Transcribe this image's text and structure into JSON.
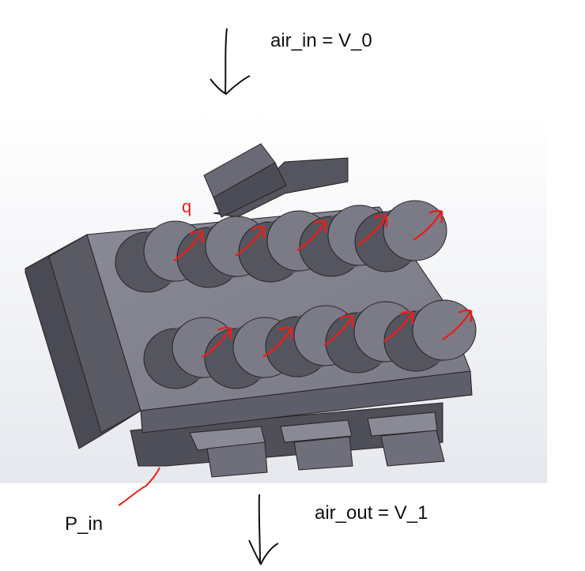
{
  "labels": {
    "air_in": "air_in = V_0",
    "air_out": "air_out = V_1",
    "p_in": "P_in",
    "q": "q"
  },
  "colors": {
    "annotation": "#e8201a",
    "ink": "#111111",
    "body": "#5d5d68",
    "cell_face": "#7b7b87"
  },
  "icons": [
    "air-in-arrow-icon",
    "air-out-arrow-icon",
    "heat-flux-arrow-icon"
  ]
}
